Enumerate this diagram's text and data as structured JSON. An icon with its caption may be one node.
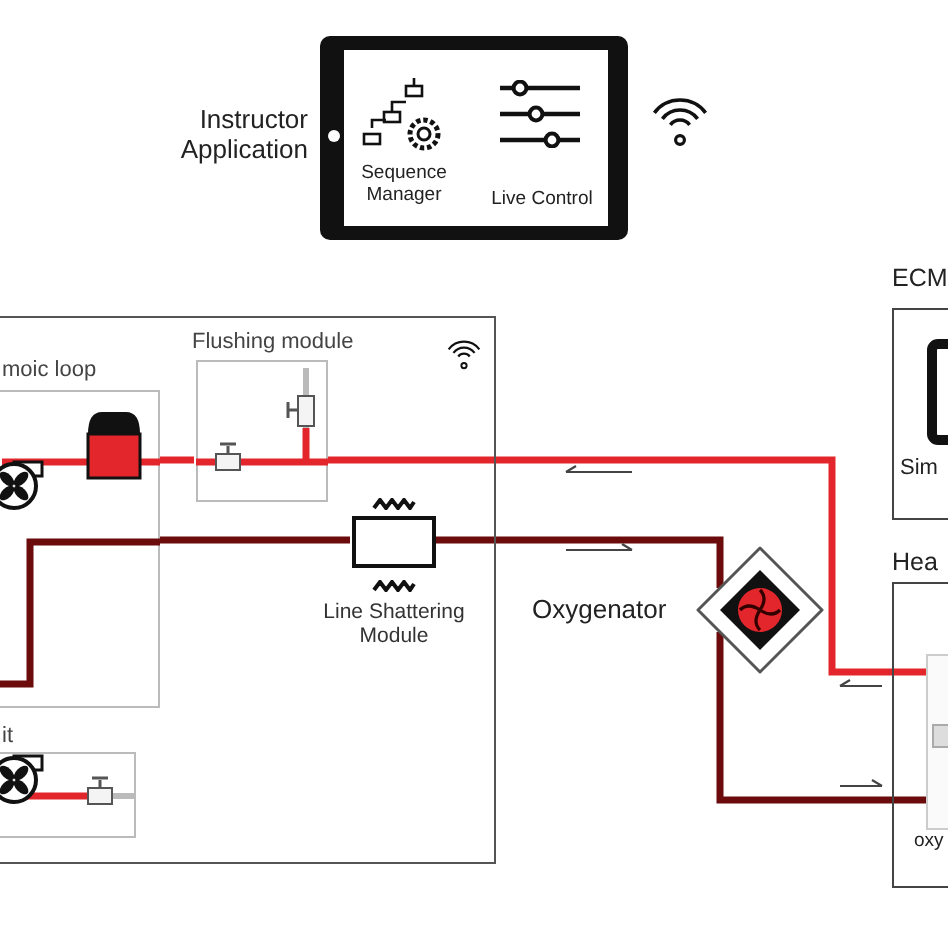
{
  "diagram": {
    "nodes": [
      {
        "text": [
          "Sequence Manager",
          "Live Control"
        ],
        "beside": [
          "Instructor Application"
        ]
      },
      {
        "text": [],
        "shape": "box"
      },
      {
        "text": [
          "moic loop"
        ],
        "in": 1
      },
      {
        "text": [
          "Flushing module"
        ],
        "in": 1
      },
      {
        "text": [
          "Line Shattering Module"
        ],
        "in": 1
      },
      {
        "text": [
          "it"
        ],
        "in": 1
      },
      {
        "text": [],
        "shape": "diamond",
        "beside": [
          "Oxygenator"
        ]
      },
      {
        "text": [
          "ECM",
          "Sim"
        ]
      },
      {
        "text": [
          "Hea"
        ]
      },
      {
        "text": [],
        "shape": "box",
        "in": 8,
        "beside": [
          "oxy"
        ]
      }
    ],
    "edges": [
      {
        "from": 2,
        "to": 3,
        "arrow": "none",
        "color": "#e3262b"
      },
      {
        "from": 3,
        "to": 9,
        "arrow": "none",
        "color": "#e3262b"
      },
      {
        "from": 2,
        "to": 4,
        "arrow": "none"
      },
      {
        "from": 4,
        "to": 6,
        "arrow": "none"
      },
      {
        "from": 6,
        "to": 9,
        "arrow": "none"
      }
    ]
  }
}
